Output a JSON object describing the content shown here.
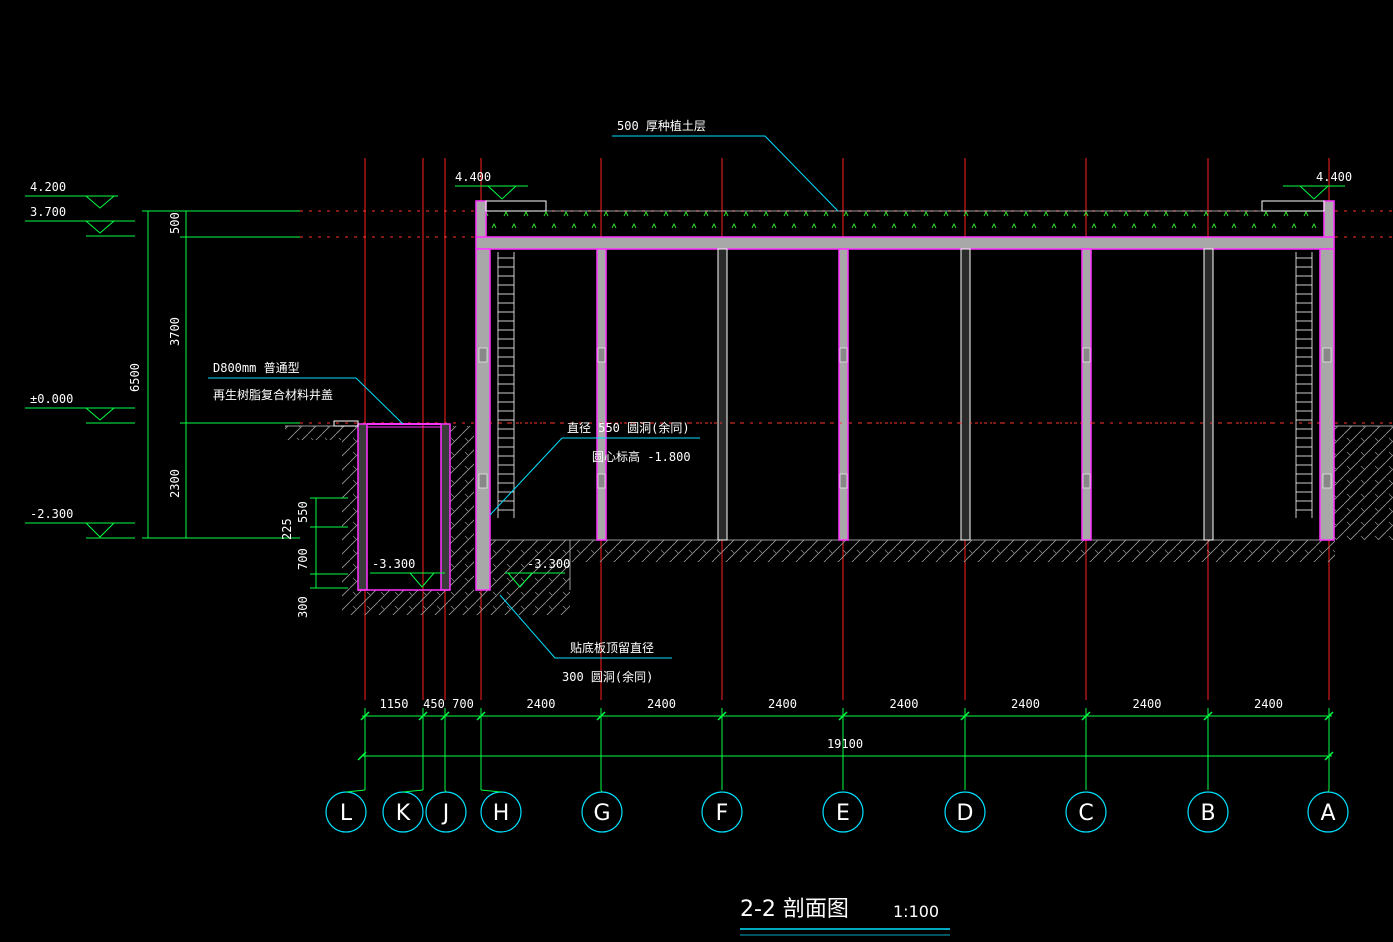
{
  "colors": {
    "background": "#000000",
    "axis_line": "#ff2020",
    "dimension": "#00ff44",
    "leader": "#00e0ff",
    "structure": "#ff33ff",
    "concrete": "#a8a8a8",
    "soil": "#9a9a9a",
    "grass": "#33ee33",
    "text": "#ffffff"
  },
  "elevations": [
    {
      "label": "4.200"
    },
    {
      "label": "3.700"
    },
    {
      "label": "±0.000"
    },
    {
      "label": "-2.300"
    }
  ],
  "top_elevations": [
    {
      "label": "4.400"
    },
    {
      "label": "4.400"
    }
  ],
  "vertical_dims": {
    "total": "6500",
    "segments": [
      "500",
      "3700",
      "2300"
    ],
    "pit_segments": [
      "550",
      "700",
      "300"
    ],
    "pit_side": "225"
  },
  "pit_bottoms": [
    {
      "label": "-3.300"
    },
    {
      "label": "-3.300"
    }
  ],
  "annotations": {
    "soil_layer": "500  厚种植土层",
    "manhole_line1": "D800mm    普通型",
    "manhole_line2": "再生树脂复合材料井盖",
    "hole_line1": "直径  550  圆洞(余同)",
    "hole_line2": "圆心标高   -1.800",
    "bottom_hole_line1": "贴底板顶留直径",
    "bottom_hole_line2": "300  圆洞(余同)"
  },
  "horizontal_dims": {
    "segments": [
      "1150",
      "450",
      "700",
      "2400",
      "2400",
      "2400",
      "2400",
      "2400",
      "2400",
      "2400"
    ],
    "total": "19100"
  },
  "axes": [
    "L",
    "K",
    "J",
    "H",
    "G",
    "F",
    "E",
    "D",
    "C",
    "B",
    "A"
  ],
  "title": {
    "name": "2-2  剖面图",
    "scale": "1:100"
  }
}
